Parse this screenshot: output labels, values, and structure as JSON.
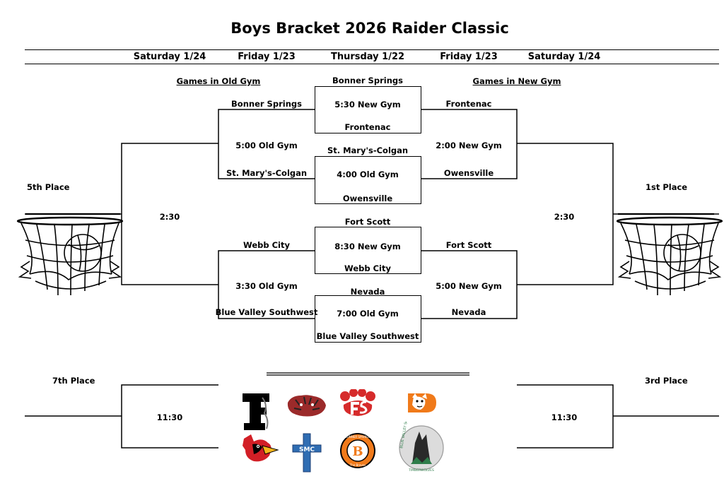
{
  "title": "Boys Bracket 2026 Raider Classic",
  "days": {
    "d1": "Saturday 1/24",
    "d2": "Friday 1/23",
    "d3": "Thursday 1/22",
    "d4": "Friday 1/23",
    "d5": "Saturday 1/24"
  },
  "venues": {
    "left": "Games in Old Gym",
    "right": "Games in New Gym"
  },
  "thursday": {
    "g1": {
      "top": "Bonner Springs",
      "time": "5:30 New Gym",
      "bottom": "Frontenac"
    },
    "g2": {
      "top": "St. Mary's-Colgan",
      "time": "4:00 Old Gym",
      "bottom": "Owensville"
    },
    "g3": {
      "top": "Fort Scott",
      "time": "8:30 New Gym",
      "bottom": "Webb City"
    },
    "g4": {
      "top": "Nevada",
      "time": "7:00 Old Gym",
      "bottom": "Blue Valley Southwest"
    }
  },
  "friday_left": {
    "g1": {
      "top": "Bonner Springs",
      "time": "5:00 Old Gym",
      "bottom": "St. Mary's-Colgan"
    },
    "g2": {
      "top": "Webb City",
      "time": "3:30 Old Gym",
      "bottom": "Blue Valley Southwest"
    }
  },
  "friday_right": {
    "g1": {
      "top": "Frontenac",
      "time": "2:00 New Gym",
      "bottom": "Owensville"
    },
    "g2": {
      "top": "Fort Scott",
      "time": "5:00 New Gym",
      "bottom": "Nevada"
    }
  },
  "saturday": {
    "fifth_label": "5th Place",
    "fifth_time": "2:30",
    "first_label": "1st Place",
    "first_time": "2:30",
    "seventh_label": "7th Place",
    "seventh_time": "11:30",
    "third_label": "3rd Place",
    "third_time": "11:30"
  },
  "logos": [
    "F-logo",
    "tiger-logo",
    "FS-paw-logo",
    "bulldog-logo",
    "cardinal-logo",
    "SMC-cross-logo",
    "B-logo",
    "timberwolves-logo"
  ],
  "logo_text": {
    "b_ring": "BONNER SPRINGS",
    "b_sub": "The Braves",
    "bvsw_ring": "BLUE VALLEY SOUTHWEST",
    "bvsw_sub": "TIMBERWOLVES"
  }
}
